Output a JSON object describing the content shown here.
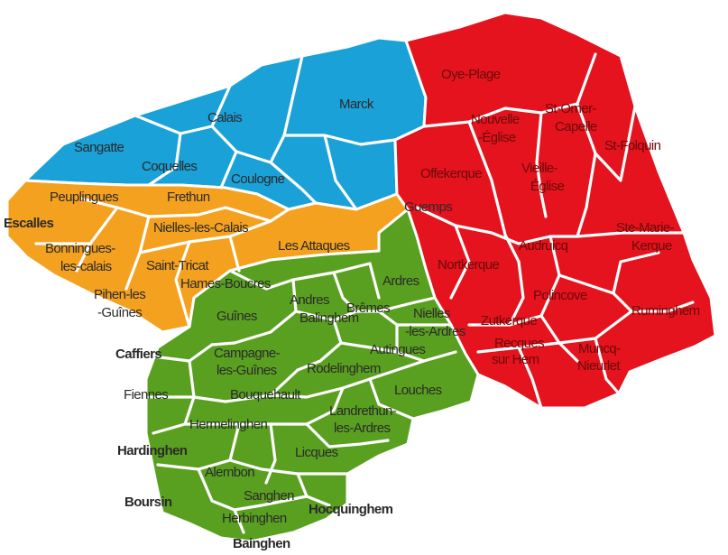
{
  "map": {
    "colors": {
      "blue": "#1aa1d8",
      "orange": "#f4a11f",
      "red": "#e4131d",
      "green": "#5aa020",
      "border": "#ffffff"
    },
    "labels": {
      "sangatte": "Sangatte",
      "calais": "Calais",
      "marck": "Marck",
      "coquelles": "Coquelles",
      "coulogne": "Coulogne",
      "peuplingues": "Peuplingues",
      "frethun": "Frethun",
      "escalles": "Escalles",
      "nielles_les_calais": "Nielles-les-Calais",
      "bonningues_1": "Bonningues-",
      "bonningues_2": "les-calais",
      "les_attaques": "Les Attaques",
      "saint_tricat": "Saint-Tricat",
      "hames_boucres": "Hames-Boucres",
      "pihen_1": "Pihen-les",
      "pihen_2": "-Guînes",
      "oye_plage": "Oye-Plage",
      "nouvelle_eglise_1": "Nouvelle",
      "nouvelle_eglise_2": "-Église",
      "st_omer_capelle_1": "St-Omer-",
      "st_omer_capelle_2": "Capelle",
      "st_folquin": "St-Folquin",
      "offekerque": "Offekerque",
      "vieille_eglise_1": "Vieille-",
      "vieille_eglise_2": "Église",
      "guemps": "Guemps",
      "ste_marie_kerque_1": "Ste-Marie-",
      "ste_marie_kerque_2": "Kerque",
      "audruicq": "Audruicq",
      "nortkerque": "Nortkerque",
      "polincove": "Polincove",
      "ruminghem": "Ruminghem",
      "zutkerque": "Zutkerque",
      "recques_1": "Recques",
      "recques_2": "sur Hem",
      "muncq_1": "Muncq-",
      "muncq_2": "Nieurlet",
      "ardres": "Ardres",
      "guines": "Guînes",
      "andres": "Andres",
      "bremes": "Brêmes",
      "nielles_ardres_1": "Nielles",
      "nielles_ardres_2": "-les-Ardres",
      "balinghem": "Balinghem",
      "autingues": "Autingues",
      "caffiers": "Caffiers",
      "campagne_1": "Campagne-",
      "campagne_2": "les-Guînes",
      "rodelinghem": "Rodelinghem",
      "fiennes": "Fiennes",
      "bouquehault": "Bouquehault",
      "louches": "Louches",
      "landrethun_1": "Landrethun-",
      "landrethun_2": "les-Ardres",
      "hermelinghen": "Hermelinghen",
      "hardinghen": "Hardinghen",
      "licques": "Licques",
      "alembon": "Alembon",
      "boursin": "Boursin",
      "sanghen": "Sanghen",
      "hocquinghem": "Hocquinghem",
      "herbinghen": "Herbinghen",
      "bainghen": "Bainghen"
    }
  }
}
